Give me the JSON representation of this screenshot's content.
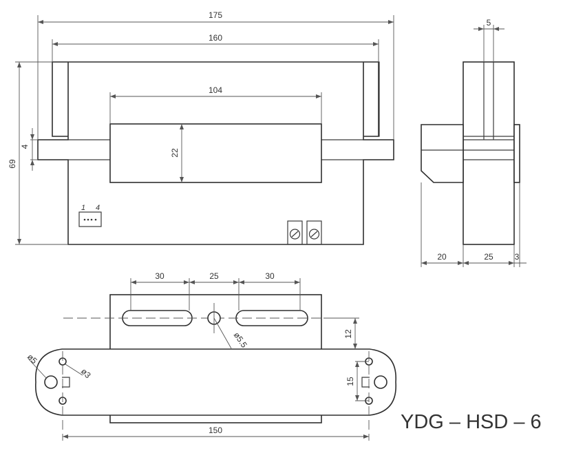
{
  "model_label": "YDG – HSD – 6",
  "front_view": {
    "dims": {
      "overall_width": "175",
      "inner_width": "160",
      "window_width": "104",
      "window_height": "22",
      "flange_thickness": "4",
      "height": "69"
    },
    "connector_pins": {
      "first": "1",
      "last": "4"
    }
  },
  "side_view": {
    "dims": {
      "slot": "5",
      "depth_front": "20",
      "depth_body": "25",
      "depth_back": "3"
    }
  },
  "bottom_view": {
    "dims": {
      "slot_left": "30",
      "center_gap": "25",
      "slot_right": "30",
      "center_hole": "ø5.5",
      "mount_offset": "12",
      "hole_large": "ø5",
      "hole_small": "ø3",
      "hole_spacing": "15",
      "hole_pitch": "150"
    }
  }
}
